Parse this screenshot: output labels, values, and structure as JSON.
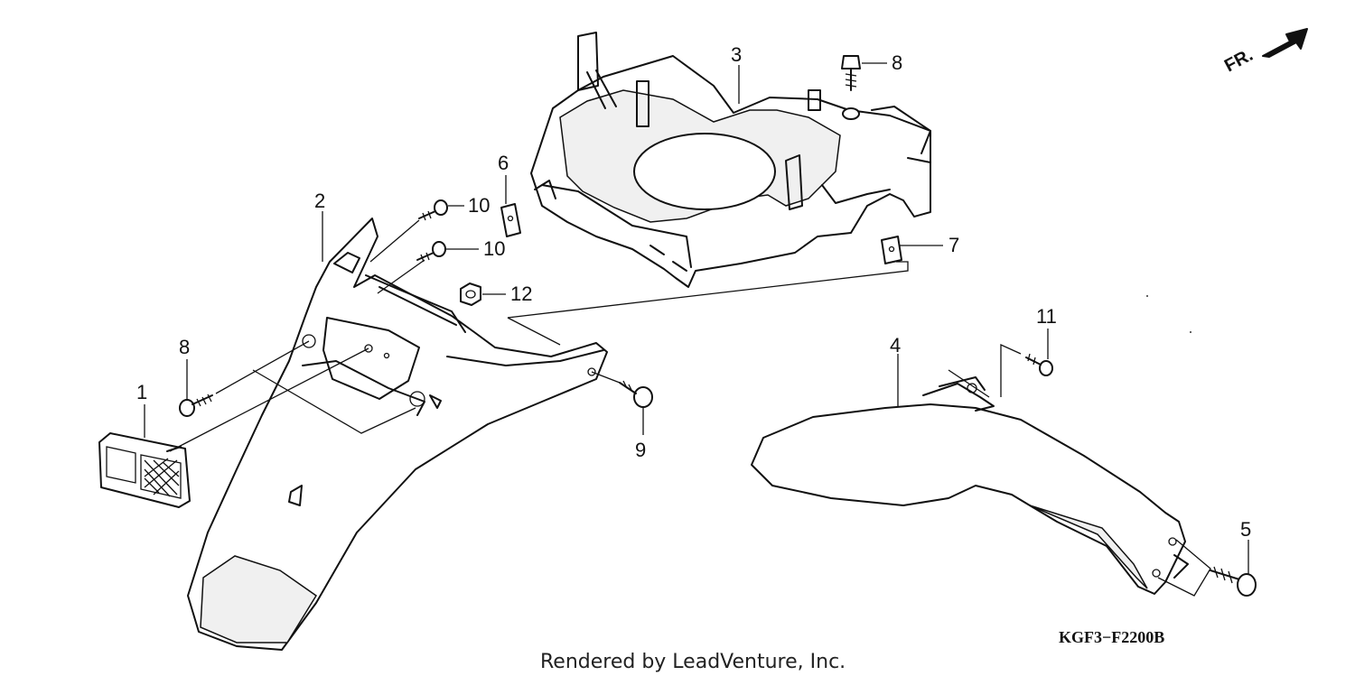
{
  "diagram": {
    "diagram_code": "KGF3−F2200B",
    "footer": "Rendered by LeadVenture, Inc.",
    "direction_label": "FR.",
    "callouts": [
      {
        "id": "c1",
        "label": "1"
      },
      {
        "id": "c2",
        "label": "2"
      },
      {
        "id": "c3",
        "label": "3"
      },
      {
        "id": "c4",
        "label": "4"
      },
      {
        "id": "c5",
        "label": "5"
      },
      {
        "id": "c6",
        "label": "6"
      },
      {
        "id": "c7",
        "label": "7"
      },
      {
        "id": "c8a",
        "label": "8"
      },
      {
        "id": "c8b",
        "label": "8"
      },
      {
        "id": "c9",
        "label": "9"
      },
      {
        "id": "c10a",
        "label": "10"
      },
      {
        "id": "c10b",
        "label": "10"
      },
      {
        "id": "c11",
        "label": "11"
      },
      {
        "id": "c12",
        "label": "12"
      }
    ]
  }
}
